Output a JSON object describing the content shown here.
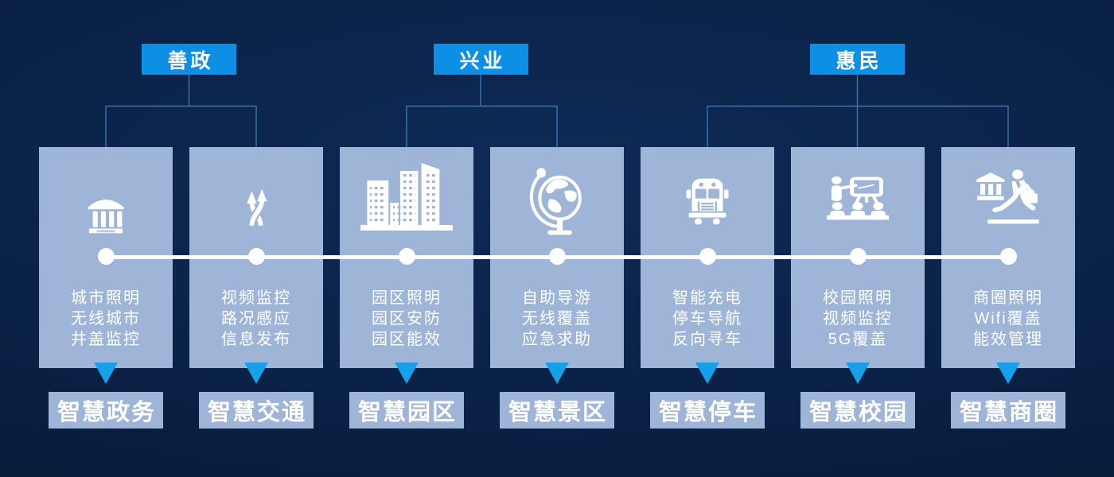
{
  "tabs": [
    {
      "label": "善政"
    },
    {
      "label": "兴业"
    },
    {
      "label": "惠民"
    }
  ],
  "cards": [
    {
      "icon": "government-building-icon",
      "lines": [
        "城市照明",
        "无线城市",
        "井盖监控"
      ],
      "label": "智慧政务"
    },
    {
      "icon": "traffic-arrows-icon",
      "lines": [
        "视频监控",
        "路况感应",
        "信息发布"
      ],
      "label": "智慧交通"
    },
    {
      "icon": "city-buildings-icon",
      "lines": [
        "园区照明",
        "园区安防",
        "园区能效"
      ],
      "label": "智慧园区"
    },
    {
      "icon": "globe-icon",
      "lines": [
        "自助导游",
        "无线覆盖",
        "应急求助"
      ],
      "label": "智慧景区"
    },
    {
      "icon": "school-bus-icon",
      "lines": [
        "智能充电",
        "停车导航",
        "反向寻车"
      ],
      "label": "智慧停车"
    },
    {
      "icon": "classroom-icon",
      "lines": [
        "校园照明",
        "视频监控",
        "5G覆盖"
      ],
      "label": "智慧校园"
    },
    {
      "icon": "commerce-walker-icon",
      "lines": [
        "商圈照明",
        "Wifi覆盖",
        "能效管理"
      ],
      "label": "智慧商圈"
    }
  ],
  "colors": {
    "background": "#0A2145",
    "card": "#9EB5D8",
    "tab_blue": "#0D8FE6",
    "arrow_blue": "#16A0E9",
    "connector": "#3278B4",
    "timeline": "#FFFFFF",
    "text": "#FFFFFF"
  }
}
